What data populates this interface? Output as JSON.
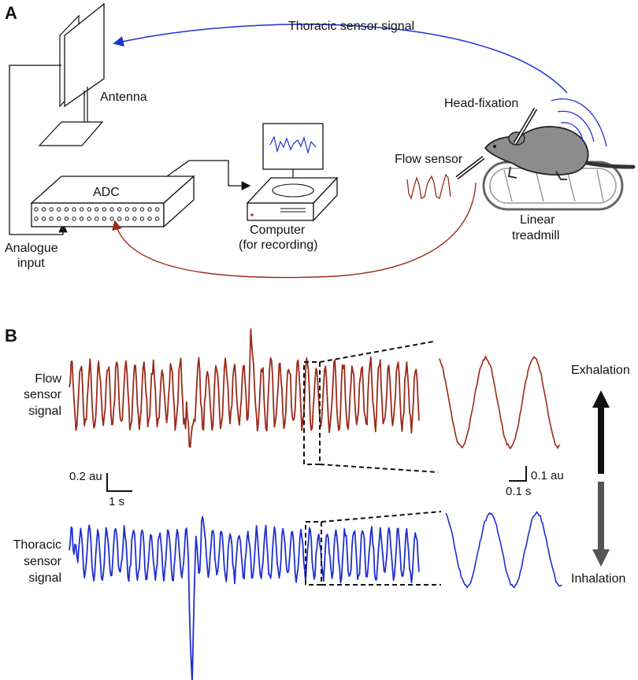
{
  "panel_a": {
    "letter": "A",
    "labels": {
      "thoracic_signal": "Thoracic sensor signal",
      "antenna": "Antenna",
      "head_fixation": "Head-fixation",
      "flow_sensor": "Flow sensor",
      "adc": "ADC",
      "computer_line1": "Computer",
      "computer_line2": "(for recording)",
      "treadmill_line1": "Linear",
      "treadmill_line2": "treadmill",
      "analogue_line1": "Analogue",
      "analogue_line2": "input"
    }
  },
  "panel_b": {
    "letter": "B",
    "flow_label": [
      "Flow",
      "sensor",
      "signal"
    ],
    "thoracic_label": [
      "Thoracic",
      "sensor",
      "signal"
    ],
    "scale_main_amp": "0.2 au",
    "scale_main_time": "1 s",
    "scale_zoom_amp": "0.1 au",
    "scale_zoom_time": "0.1 s",
    "exhalation": "Exhalation",
    "inhalation": "Inhalation"
  },
  "colors": {
    "flow": "#9a2a1a",
    "thoracic": "#1f2fd0",
    "ink": "#111111",
    "arrow_gray": "#555555",
    "mouse_gray": "#8c8c8c"
  }
}
